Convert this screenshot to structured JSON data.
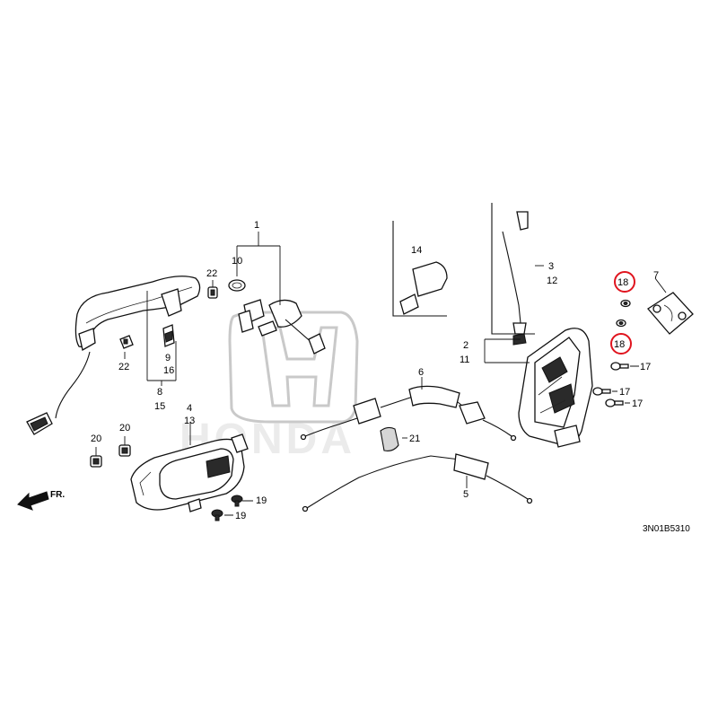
{
  "labels": {
    "p1": "1",
    "p2": "2",
    "p3": "3",
    "p4": "4",
    "p5": "5",
    "p6": "6",
    "p7": "7",
    "p8": "8",
    "p9": "9",
    "p10": "10",
    "p11": "11",
    "p12": "12",
    "p13": "13",
    "p14": "14",
    "p15": "15",
    "p16": "16",
    "p17a": "17",
    "p17b": "17",
    "p17c": "17",
    "p18a": "18",
    "p18b": "18",
    "p19a": "19",
    "p19b": "19",
    "p20a": "20",
    "p20b": "20",
    "p21": "21",
    "p22a": "22",
    "p22b": "22"
  },
  "direction_label": "FR.",
  "diagram_code": "3N01B5310",
  "watermark_text": "HONDA",
  "highlight_color": "#e0141e"
}
